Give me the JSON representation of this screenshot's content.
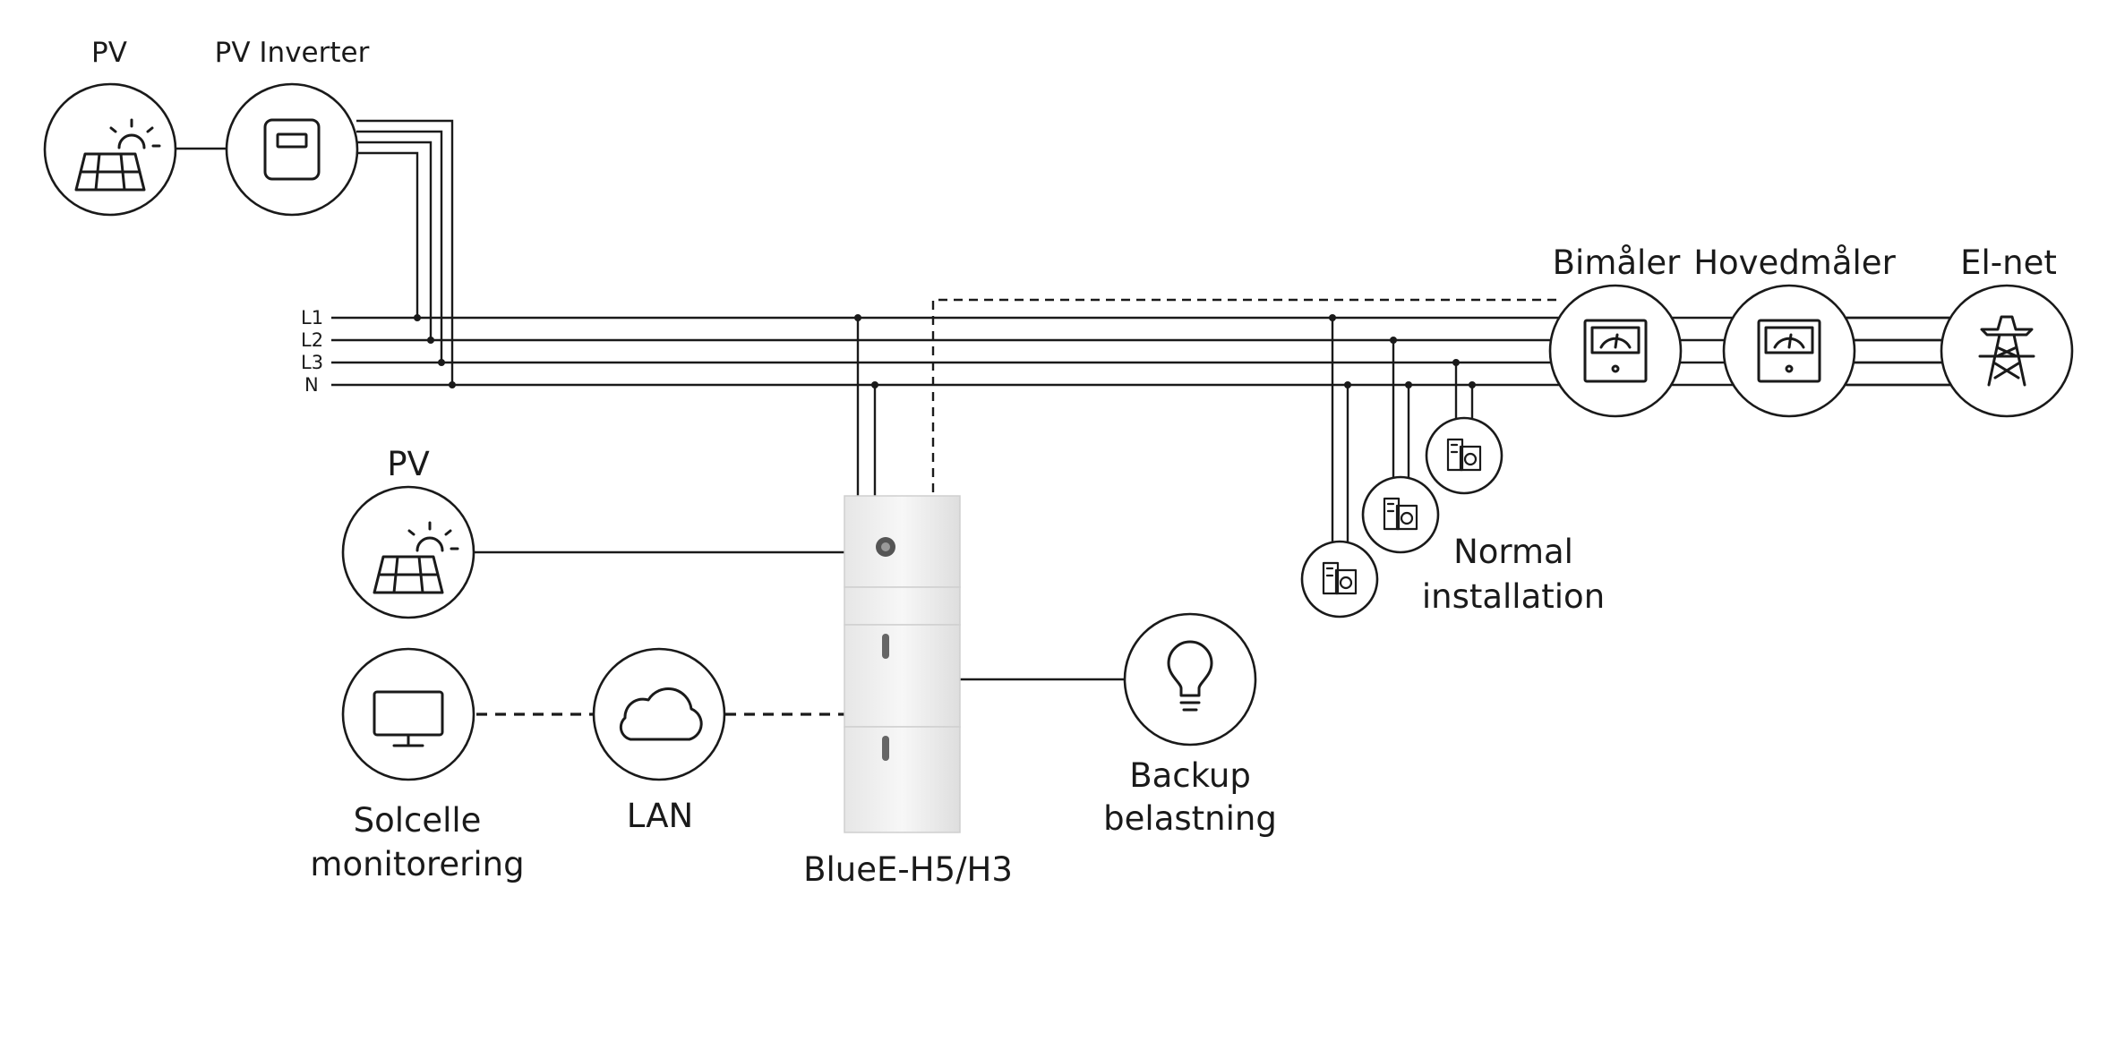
{
  "nodes": {
    "pv_top": {
      "label": "PV",
      "icon": "solar-panel-icon"
    },
    "pv_inverter": {
      "label": "PV Inverter",
      "icon": "inverter-icon"
    },
    "bus": {
      "lines": [
        "L1",
        "L2",
        "L3",
        "N"
      ]
    },
    "pv_left": {
      "label": "PV",
      "icon": "solar-panel-icon"
    },
    "monitoring": {
      "label_line1": "Solcelle",
      "label_line2": "monitorering",
      "icon": "monitor-icon"
    },
    "lan": {
      "label": "LAN",
      "icon": "cloud-icon"
    },
    "battery": {
      "label": "BlueE-H5/H3"
    },
    "backup": {
      "label_line1": "Backup",
      "label_line2": "belastning",
      "icon": "light-bulb-icon"
    },
    "normal_installation": {
      "label_line1": "Normal",
      "label_line2": "installation",
      "icon": "appliance-icon"
    },
    "sub_meter": {
      "label": "Bimåler",
      "icon": "meter-icon"
    },
    "main_meter": {
      "label": "Hovedmåler",
      "icon": "meter-icon"
    },
    "grid": {
      "label": "El-net",
      "icon": "pylon-icon"
    }
  },
  "colors": {
    "line": "#1a1a1a",
    "background": "#ffffff",
    "battery_body": "#f0f0f0"
  }
}
